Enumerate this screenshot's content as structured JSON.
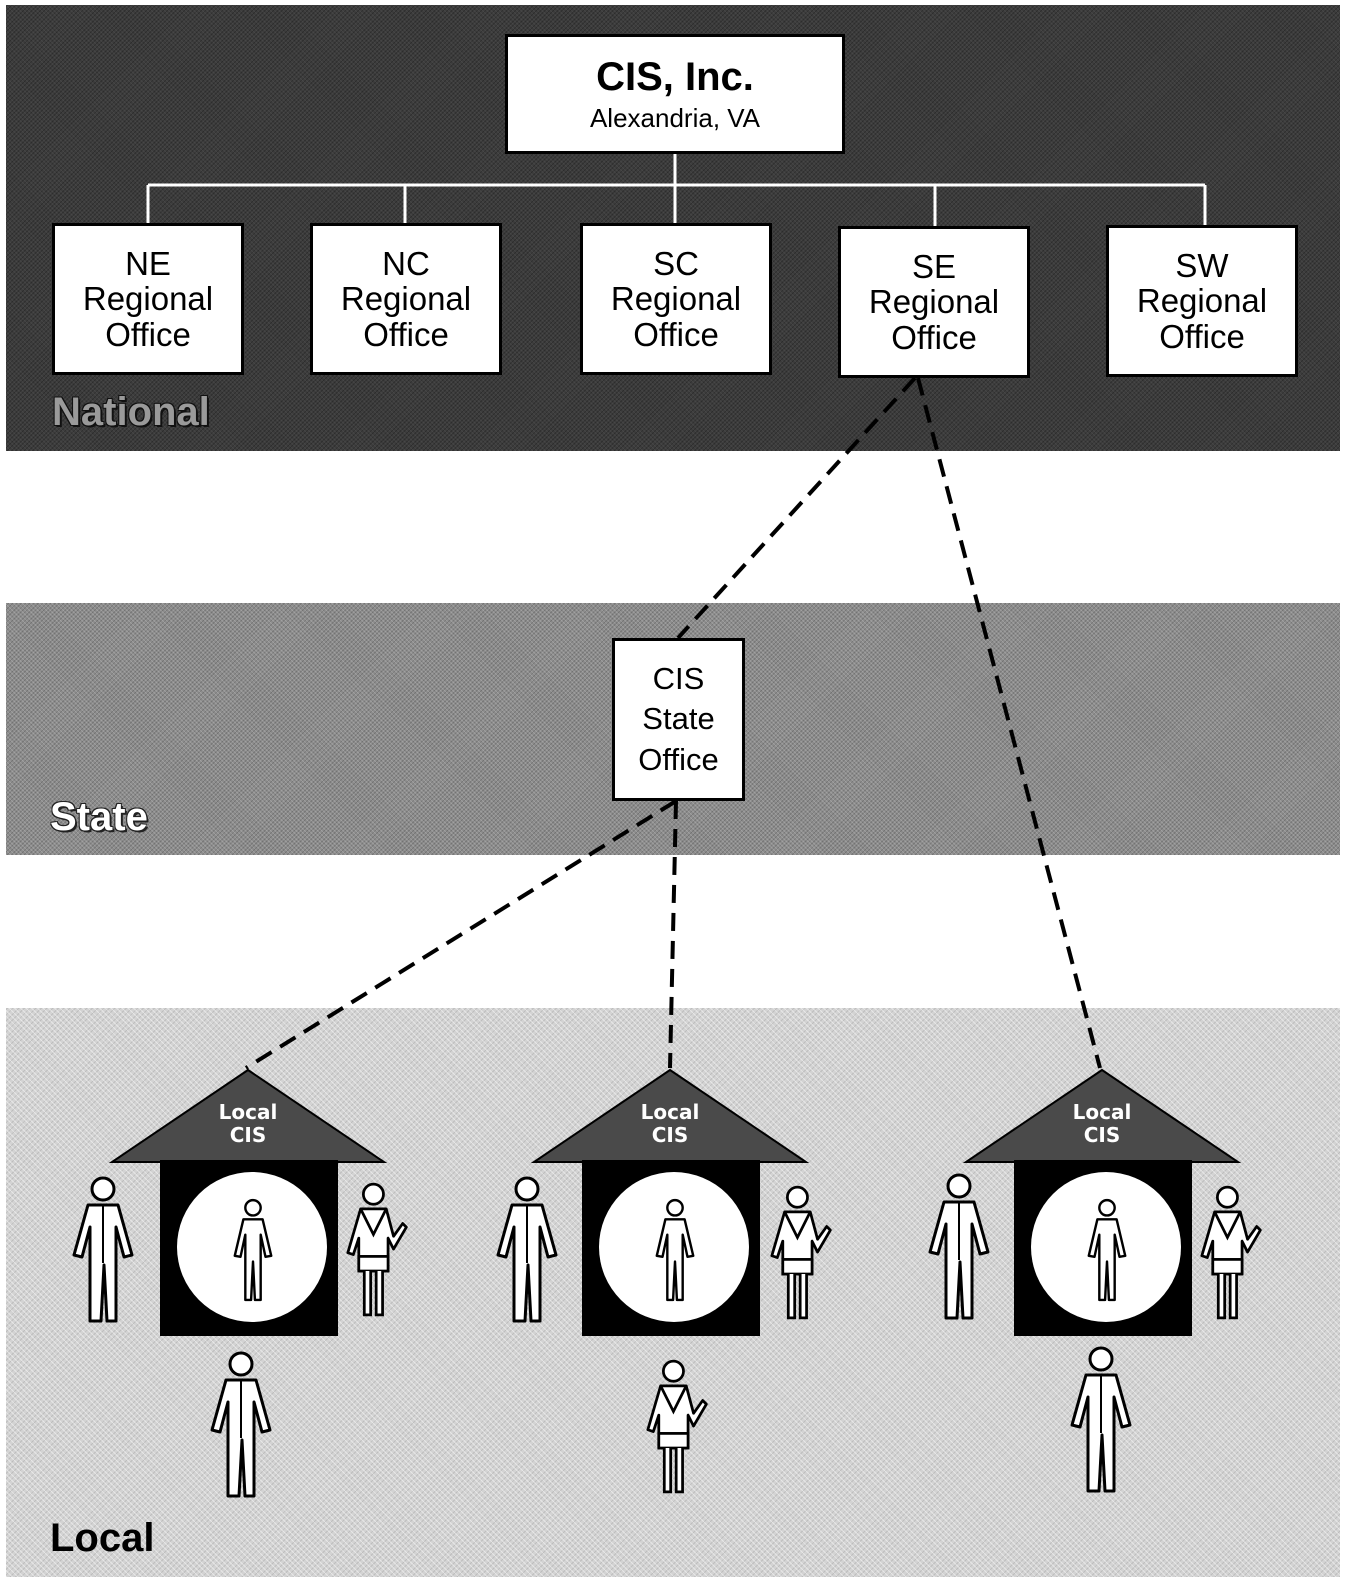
{
  "tiers": {
    "national": "National",
    "state": "State",
    "local": "Local"
  },
  "headquarters": {
    "name": "CIS, Inc.",
    "location": "Alexandria, VA"
  },
  "regional_offices": [
    {
      "code": "NE",
      "line2": "Regional",
      "line3": "Office"
    },
    {
      "code": "NC",
      "line2": "Regional",
      "line3": "Office"
    },
    {
      "code": "SC",
      "line2": "Regional",
      "line3": "Office"
    },
    {
      "code": "SE",
      "line2": "Regional",
      "line3": "Office"
    },
    {
      "code": "SW",
      "line2": "Regional",
      "line3": "Office"
    }
  ],
  "state_office": {
    "line1": "CIS",
    "line2": "State",
    "line3": "Office"
  },
  "local_offices": [
    {
      "line1": "Local",
      "line2": "CIS"
    },
    {
      "line1": "Local",
      "line2": "CIS"
    },
    {
      "line1": "Local",
      "line2": "CIS"
    }
  ],
  "colors": {
    "national_band": "#3c3c3c",
    "state_band": "#8c8c8c",
    "local_band": "#d3d3d3",
    "roof": "#4a4a4a",
    "box_fill": "#ffffff",
    "connector": "#000000"
  },
  "icons": {
    "person_man": "person-man-icon",
    "person_woman": "person-woman-icon"
  }
}
